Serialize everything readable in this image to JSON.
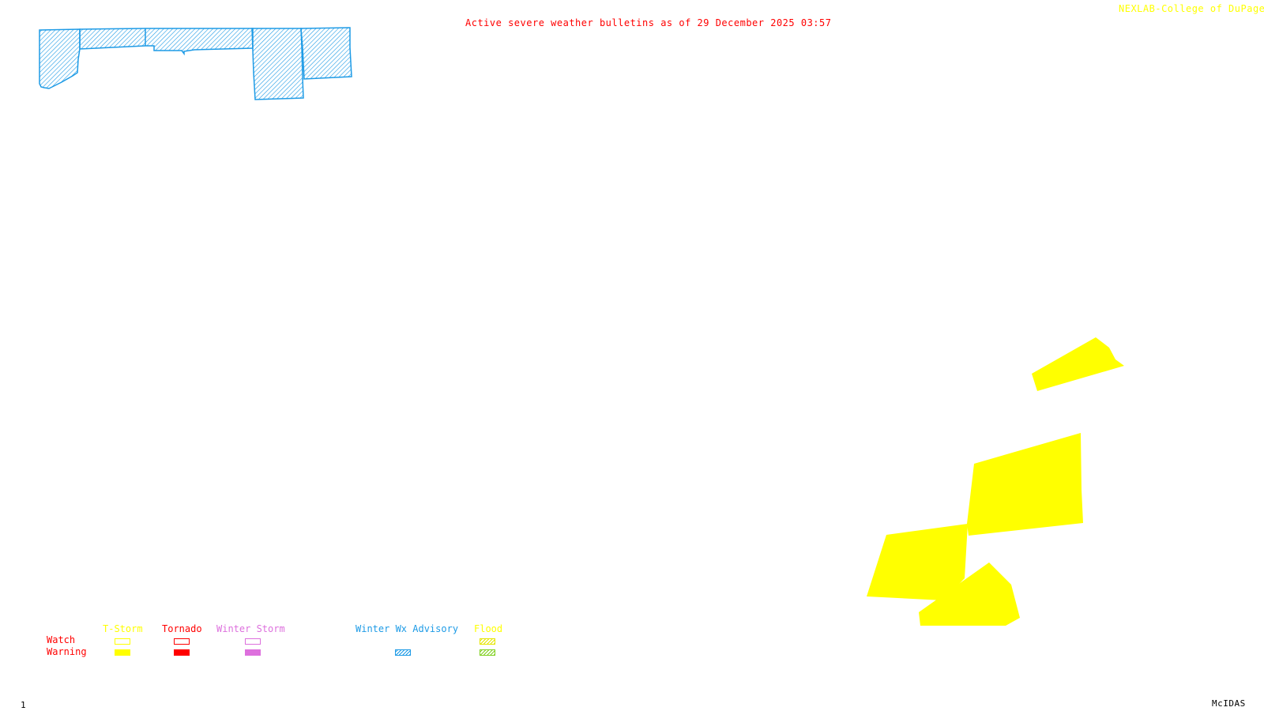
{
  "header": {
    "title": "Active severe weather bulletins as of 29 December 2025 03:57",
    "credit": "NEXLAB-College of DuPage"
  },
  "footer": {
    "frame_number": "1",
    "software": "McIDAS"
  },
  "colors": {
    "title": "#ff0000",
    "credit": "#ffff00",
    "tstorm": "#ffff00",
    "tornado": "#ff0000",
    "winter_storm": "#dd70dd",
    "winter_wx_advisory": "#1e9be6",
    "flood_watch": "#ffff00",
    "flood_warning": "#80d020"
  },
  "legend": {
    "row_labels": {
      "watch": "Watch",
      "warning": "Warning"
    },
    "categories": [
      {
        "key": "tstorm",
        "label": "T-Storm",
        "watch": "outline",
        "warning": "solid"
      },
      {
        "key": "tornado",
        "label": "Tornado",
        "watch": "outline",
        "warning": "solid"
      },
      {
        "key": "winter_storm",
        "label": "Winter Storm",
        "watch": "outline",
        "warning": "solid"
      },
      {
        "key": "winter_wx_advisory",
        "label": "Winter Wx Advisory",
        "watch": "none",
        "warning": "hatched"
      },
      {
        "key": "flood",
        "label": "Flood",
        "watch": "hatched",
        "warning": "hatched"
      }
    ]
  },
  "map_areas": [
    {
      "type": "Winter Wx Advisory",
      "style": "hatched"
    },
    {
      "type": "T-Storm Warning",
      "style": "solid",
      "count": 4
    }
  ]
}
